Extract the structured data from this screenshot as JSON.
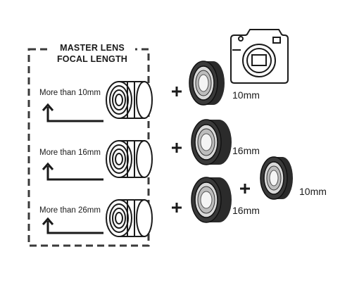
{
  "title": {
    "line1": "MASTER LENS",
    "line2": "FOCAL LENGTH"
  },
  "rows": [
    {
      "condition": "More than 10mm",
      "tubes": [
        "10mm"
      ]
    },
    {
      "condition": "More than 16mm",
      "tubes": [
        "16mm"
      ]
    },
    {
      "condition": "More than 26mm",
      "tubes": [
        "16mm",
        "10mm"
      ]
    }
  ],
  "operator": "+",
  "icons": {
    "camera": "camera-body-icon",
    "lens": "lens-icon",
    "tube": "extension-tube-icon",
    "arrow": "arrow-up-icon"
  },
  "colors": {
    "stroke": "#1a1a1a",
    "dashed_border": "#3a3a3a",
    "tube_body": "#2b2b2b",
    "tube_inner": "#d9d9d9"
  }
}
